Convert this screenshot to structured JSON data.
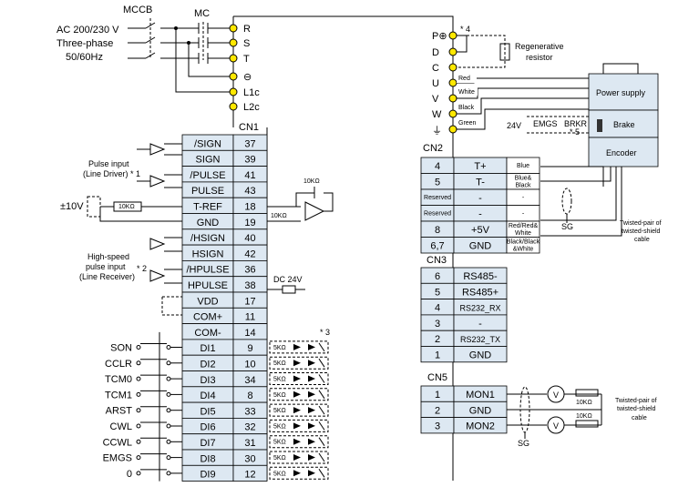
{
  "power": {
    "mccb": "MCCB",
    "mc": "MC",
    "supply_line1": "AC 200/230 V",
    "supply_line2": "Three-phase",
    "supply_line3": "50/60Hz",
    "terminals": [
      "R",
      "S",
      "T",
      "⊖",
      "L1c",
      "L2c"
    ]
  },
  "motor_side": {
    "terminals": [
      "P⊕",
      "D",
      "C",
      "U",
      "V",
      "W",
      "⏚"
    ],
    "note4": "* 4",
    "regen_line1": "Regenerative",
    "regen_line2": "resistor",
    "wire_colors": [
      "Red",
      "White",
      "Black",
      "Green"
    ],
    "power_supply": "Power supply",
    "brake": "Brake",
    "encoder": "Encoder",
    "v24": "24V",
    "emgs": "EMGS",
    "brkr": "BRKR",
    "note5": "* 5"
  },
  "cn1": {
    "title": "CN1",
    "pulse_input_1": "Pulse input",
    "pulse_input_2": "(Line Driver) * 1",
    "v10": "±10V",
    "r10k_a": "10KΩ",
    "r10k_b": "10KΩ",
    "r10k_c": "10KΩ",
    "hs_1": "High-speed",
    "hs_2": "pulse input",
    "hs_3": "(Line Receiver)",
    "note2": "* 2",
    "dc24": "DC 24V",
    "note3": "* 3",
    "res_label": "5KΩ",
    "rows": [
      {
        "name": "/SIGN",
        "pin": "37"
      },
      {
        "name": "SIGN",
        "pin": "39"
      },
      {
        "name": "/PULSE",
        "pin": "41"
      },
      {
        "name": "PULSE",
        "pin": "43"
      },
      {
        "name": "T-REF",
        "pin": "18"
      },
      {
        "name": "GND",
        "pin": "19"
      },
      {
        "name": "/HSIGN",
        "pin": "40"
      },
      {
        "name": "HSIGN",
        "pin": "42"
      },
      {
        "name": "/HPULSE",
        "pin": "36"
      },
      {
        "name": "HPULSE",
        "pin": "38"
      },
      {
        "name": "VDD",
        "pin": "17"
      },
      {
        "name": "COM+",
        "pin": "11"
      },
      {
        "name": "COM-",
        "pin": "14"
      },
      {
        "name": "DI1",
        "pin": "9"
      },
      {
        "name": "DI2",
        "pin": "10"
      },
      {
        "name": "DI3",
        "pin": "34"
      },
      {
        "name": "DI4",
        "pin": "8"
      },
      {
        "name": "DI5",
        "pin": "33"
      },
      {
        "name": "DI6",
        "pin": "32"
      },
      {
        "name": "DI7",
        "pin": "31"
      },
      {
        "name": "DI8",
        "pin": "30"
      },
      {
        "name": "DI9",
        "pin": "12"
      }
    ],
    "di_labels": [
      "SON",
      "CCLR",
      "TCM0",
      "TCM1",
      "ARST",
      "CWL",
      "CCWL",
      "EMGS",
      "0"
    ]
  },
  "cn2": {
    "title": "CN2",
    "rows": [
      {
        "pin": "4",
        "name": "T+",
        "color": "Blue"
      },
      {
        "pin": "5",
        "name": "T-",
        "color": "Blue&\nBlack"
      },
      {
        "pin": "Reserved",
        "name": "-",
        "color": "-"
      },
      {
        "pin": "Reserved",
        "name": "-",
        "color": "-"
      },
      {
        "pin": "8",
        "name": "+5V",
        "color": "Red/Red&\nWhite"
      },
      {
        "pin": "6,7",
        "name": "GND",
        "color": "Black/Black\n&White"
      }
    ],
    "sg": "SG",
    "twisted_1": "Twisted-pair of",
    "twisted_2": "twisted-shield",
    "twisted_3": "cable"
  },
  "cn3": {
    "title": "CN3",
    "rows": [
      {
        "pin": "6",
        "name": "RS485-"
      },
      {
        "pin": "5",
        "name": "RS485+"
      },
      {
        "pin": "4",
        "name": "RS232_RX"
      },
      {
        "pin": "3",
        "name": "-"
      },
      {
        "pin": "2",
        "name": "RS232_TX"
      },
      {
        "pin": "1",
        "name": "GND"
      }
    ]
  },
  "cn5": {
    "title": "CN5",
    "rows": [
      {
        "pin": "1",
        "name": "MON1"
      },
      {
        "pin": "2",
        "name": "GND"
      },
      {
        "pin": "3",
        "name": "MON2"
      }
    ],
    "v": "V",
    "r1": "10KΩ",
    "r2": "10KΩ",
    "sg": "SG",
    "twisted_1": "Twisted-pair of",
    "twisted_2": "twisted-shield",
    "twisted_3": "cable"
  }
}
